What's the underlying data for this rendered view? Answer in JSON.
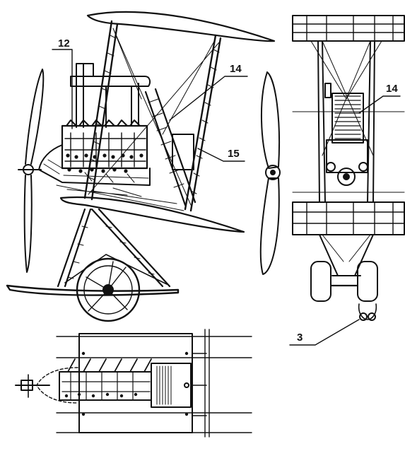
{
  "figure": {
    "ink_color": "#111111",
    "paper_color": "#ffffff",
    "callouts": {
      "c12": "12",
      "c14_side": "14",
      "c15": "15",
      "c14_front": "14",
      "c3": "3"
    }
  }
}
